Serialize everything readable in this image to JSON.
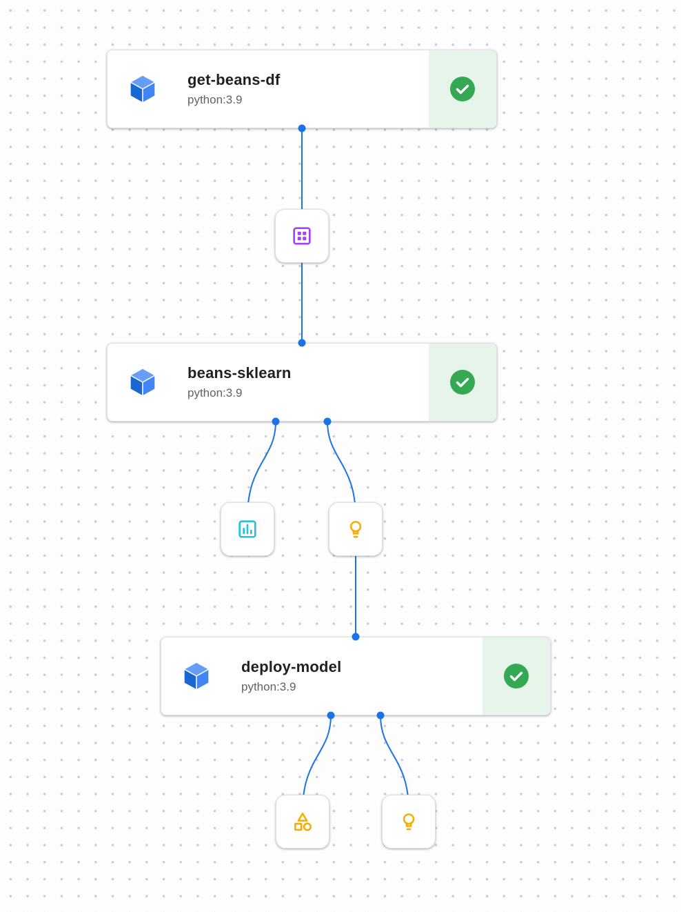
{
  "nodes": [
    {
      "title": "get-beans-df",
      "subtitle": "python:3.9",
      "icon": "execution-cube-icon",
      "status_icon": "success-check-icon"
    },
    {
      "title": "beans-sklearn",
      "subtitle": "python:3.9",
      "icon": "execution-cube-icon",
      "status_icon": "success-check-icon"
    },
    {
      "title": "deploy-model",
      "subtitle": "python:3.9",
      "icon": "execution-cube-icon",
      "status_icon": "success-check-icon"
    }
  ],
  "artifacts": [
    {
      "icon": "dataset-icon",
      "color": "#a142f4"
    },
    {
      "icon": "metrics-icon",
      "color": "#24c1e0"
    },
    {
      "icon": "model-lightbulb-icon",
      "color": "#f9ab00"
    },
    {
      "icon": "artifact-category-icon",
      "color": "#f9ab00"
    },
    {
      "icon": "model-lightbulb-icon",
      "color": "#f9ab00"
    }
  ],
  "edges": [
    {
      "from": "get-beans-df",
      "to": "dataset-artifact"
    },
    {
      "from": "dataset-artifact",
      "to": "beans-sklearn"
    },
    {
      "from": "beans-sklearn",
      "to": "metrics-artifact"
    },
    {
      "from": "beans-sklearn",
      "to": "model-artifact-1"
    },
    {
      "from": "model-artifact-1",
      "to": "deploy-model"
    },
    {
      "from": "deploy-model",
      "to": "category-artifact"
    },
    {
      "from": "deploy-model",
      "to": "model-artifact-2"
    }
  ],
  "colors": {
    "edge": "#1a73e8",
    "port_dot": "#1a73e8",
    "success_bg": "#e6f4ea",
    "success_check": "#34a853",
    "cube_top": "#669df6",
    "cube_left": "#1967d2",
    "cube_right": "#4285f4",
    "node_title": "#202124",
    "node_subtitle": "#5f6368",
    "card_border": "#dfe1e5",
    "canvas_dot": "#c9cdd3"
  }
}
